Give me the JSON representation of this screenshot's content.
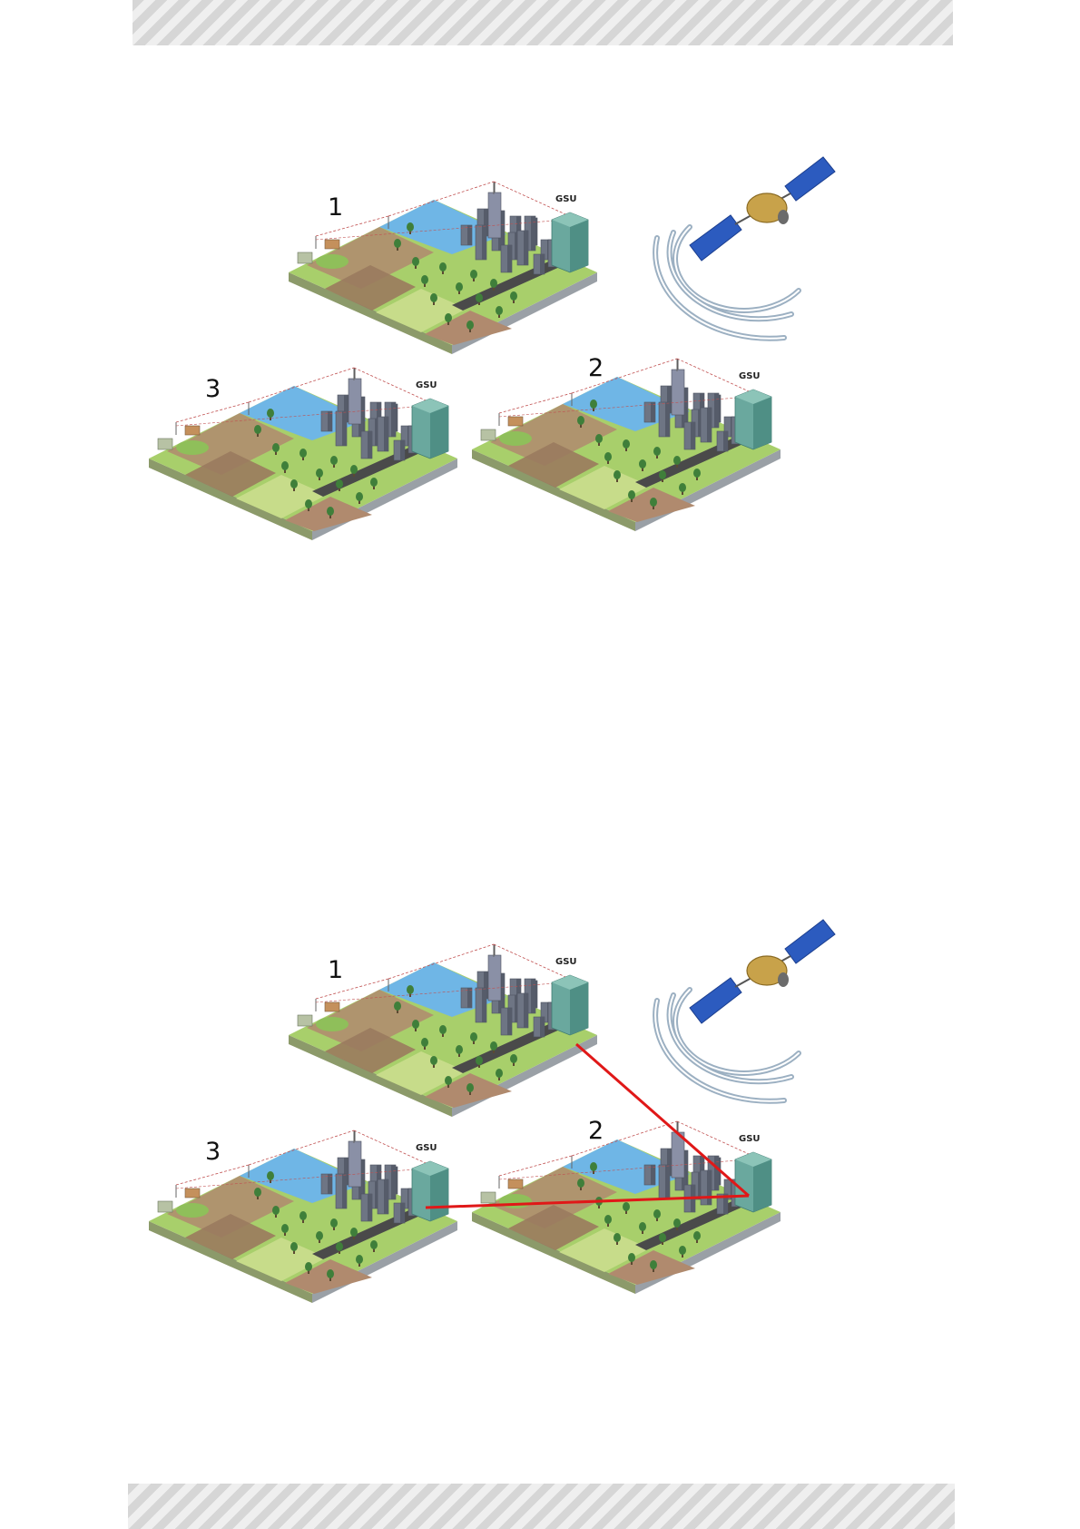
{
  "figures": [
    {
      "id": "figure-a",
      "areas": [
        {
          "number": "1",
          "tower_label": "GSU"
        },
        {
          "number": "2",
          "tower_label": "GSU"
        },
        {
          "number": "3",
          "tower_label": "GSU"
        }
      ],
      "links": []
    },
    {
      "id": "figure-b",
      "areas": [
        {
          "number": "1",
          "tower_label": "GSU"
        },
        {
          "number": "2",
          "tower_label": "GSU"
        },
        {
          "number": "3",
          "tower_label": "GSU"
        }
      ],
      "links": [
        {
          "from": "1",
          "to": "2"
        },
        {
          "from": "3",
          "to": "2"
        }
      ]
    }
  ],
  "colors": {
    "link": "#e01818",
    "signal_arc": "#9cb0c2",
    "sky": "#6fb6e6",
    "grass": "#a8cf6b",
    "field": "#b08a6e",
    "road": "#4a4a4a",
    "building": "#6e7584",
    "gsu_tower": "#6aa89e",
    "satellite_panel": "#2c5bbf",
    "satellite_body": "#c8a24a"
  }
}
